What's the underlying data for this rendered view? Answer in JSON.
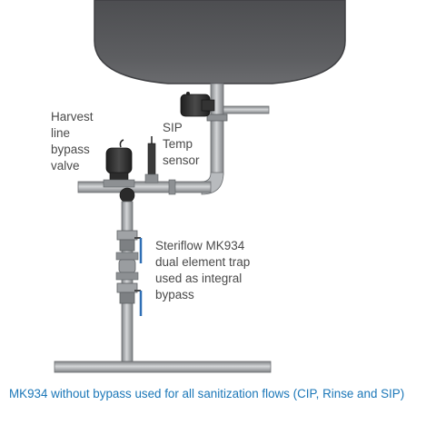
{
  "labels": {
    "harvest_valve": [
      "Harvest",
      "line",
      "bypass",
      "valve"
    ],
    "sip_sensor": [
      "SIP",
      "Temp",
      "sensor"
    ],
    "trap": [
      "Steriflow MK934",
      "dual element trap",
      "used as integral",
      "bypass"
    ]
  },
  "caption": "MK934 without bypass used for all sanitization flows (CIP, Rinse and SIP)",
  "colors": {
    "tank": "#5a5b5e",
    "pipe": "#a3a6a9",
    "actuator": "#2b2b2b",
    "valve_handle": "#2f6fb5",
    "caption": "#1b77b8",
    "label": "#4a4a4a"
  }
}
